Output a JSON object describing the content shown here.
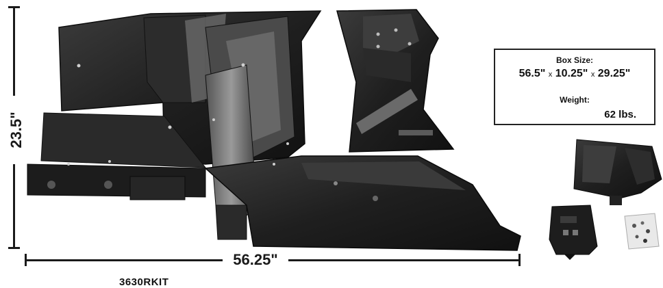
{
  "dimensions": {
    "height_label": "23.5\"",
    "width_label": "56.25\""
  },
  "part_number": "3630RKIT",
  "info_box": {
    "box_size_label": "Box Size:",
    "box_dim_1": "56.5\"",
    "box_dim_2": "10.25\"",
    "box_dim_3": "29.25\"",
    "separator": "x",
    "weight_label": "Weight:",
    "weight_value": "62 lbs."
  }
}
